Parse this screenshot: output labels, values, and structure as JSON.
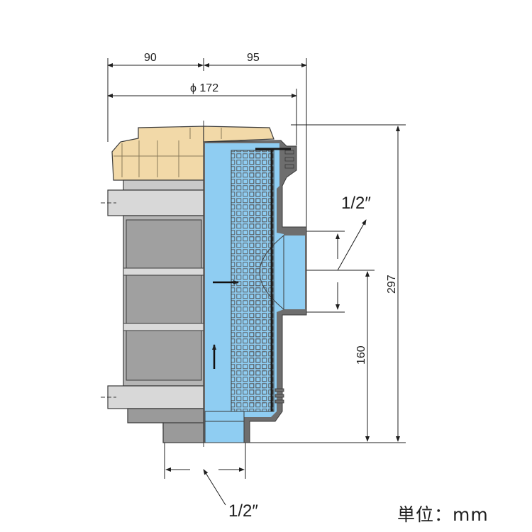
{
  "dimensions": {
    "width_left": "90",
    "width_right": "95",
    "diameter": "ϕ 172",
    "height_total": "297",
    "height_outlet": "160",
    "port_side": "1/2″",
    "port_bottom": "1/2″"
  },
  "unit_label": "単位：mm",
  "colors": {
    "section_fill": "#8fcdf2",
    "body_gray": "#c9c9c9",
    "body_dark": "#8a8a8a",
    "lid_beige": "#f2d9a8",
    "outline": "#3a3a3a"
  }
}
